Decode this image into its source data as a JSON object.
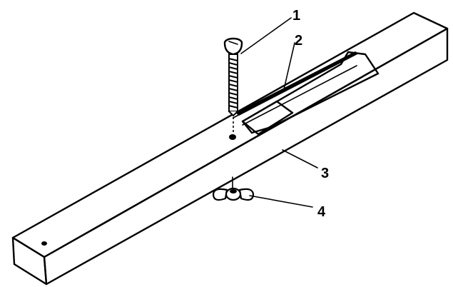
{
  "callouts": [
    {
      "id": 1,
      "label": "1"
    },
    {
      "id": 2,
      "label": "2"
    },
    {
      "id": 3,
      "label": "3"
    },
    {
      "id": 4,
      "label": "4"
    }
  ],
  "colors": {
    "line": "#000000",
    "background": "#ffffff"
  }
}
